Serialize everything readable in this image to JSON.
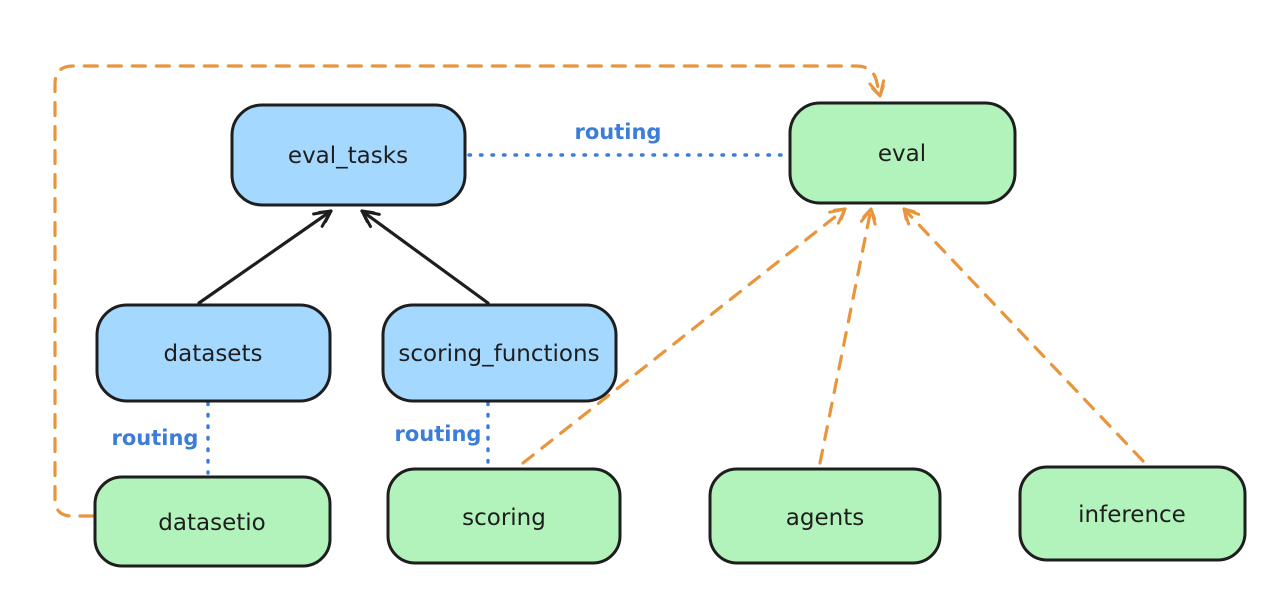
{
  "diagram": {
    "title": "llama-stack eval routing diagram",
    "colors": {
      "api_box_fill": "#a5d8ff",
      "provider_box_fill": "#b2f2bb",
      "box_stroke": "#1e1e1e",
      "routing_edge": "#3b7dd8",
      "provider_edge": "#e8953c",
      "dependency_edge": "#1e1e1e",
      "background": "#ffffff"
    },
    "nodes": {
      "eval_tasks": {
        "label": "eval_tasks",
        "kind": "api"
      },
      "eval": {
        "label": "eval",
        "kind": "provider"
      },
      "datasets": {
        "label": "datasets",
        "kind": "api"
      },
      "scoring_functions": {
        "label": "scoring_functions",
        "kind": "api"
      },
      "datasetio": {
        "label": "datasetio",
        "kind": "provider"
      },
      "scoring": {
        "label": "scoring",
        "kind": "provider"
      },
      "agents": {
        "label": "agents",
        "kind": "provider"
      },
      "inference": {
        "label": "inference",
        "kind": "provider"
      }
    },
    "edge_labels": {
      "eval_tasks_to_eval": "routing",
      "datasets_to_datasetio": "routing",
      "scoring_functions_to_scoring": "routing"
    },
    "edges": [
      {
        "from": "datasets",
        "to": "eval_tasks",
        "style": "solid-black-arrow"
      },
      {
        "from": "scoring_functions",
        "to": "eval_tasks",
        "style": "solid-black-arrow"
      },
      {
        "from": "eval_tasks",
        "to": "eval",
        "style": "blue-dotted",
        "label": "routing"
      },
      {
        "from": "datasets",
        "to": "datasetio",
        "style": "blue-dotted",
        "label": "routing"
      },
      {
        "from": "scoring_functions",
        "to": "scoring",
        "style": "blue-dotted",
        "label": "routing"
      },
      {
        "from": "datasetio",
        "to": "eval",
        "style": "orange-dashed-arrow",
        "route": "around-left-and-top"
      },
      {
        "from": "scoring",
        "to": "eval",
        "style": "orange-dashed-arrow"
      },
      {
        "from": "agents",
        "to": "eval",
        "style": "orange-dashed-arrow"
      },
      {
        "from": "inference",
        "to": "eval",
        "style": "orange-dashed-arrow"
      }
    ]
  }
}
